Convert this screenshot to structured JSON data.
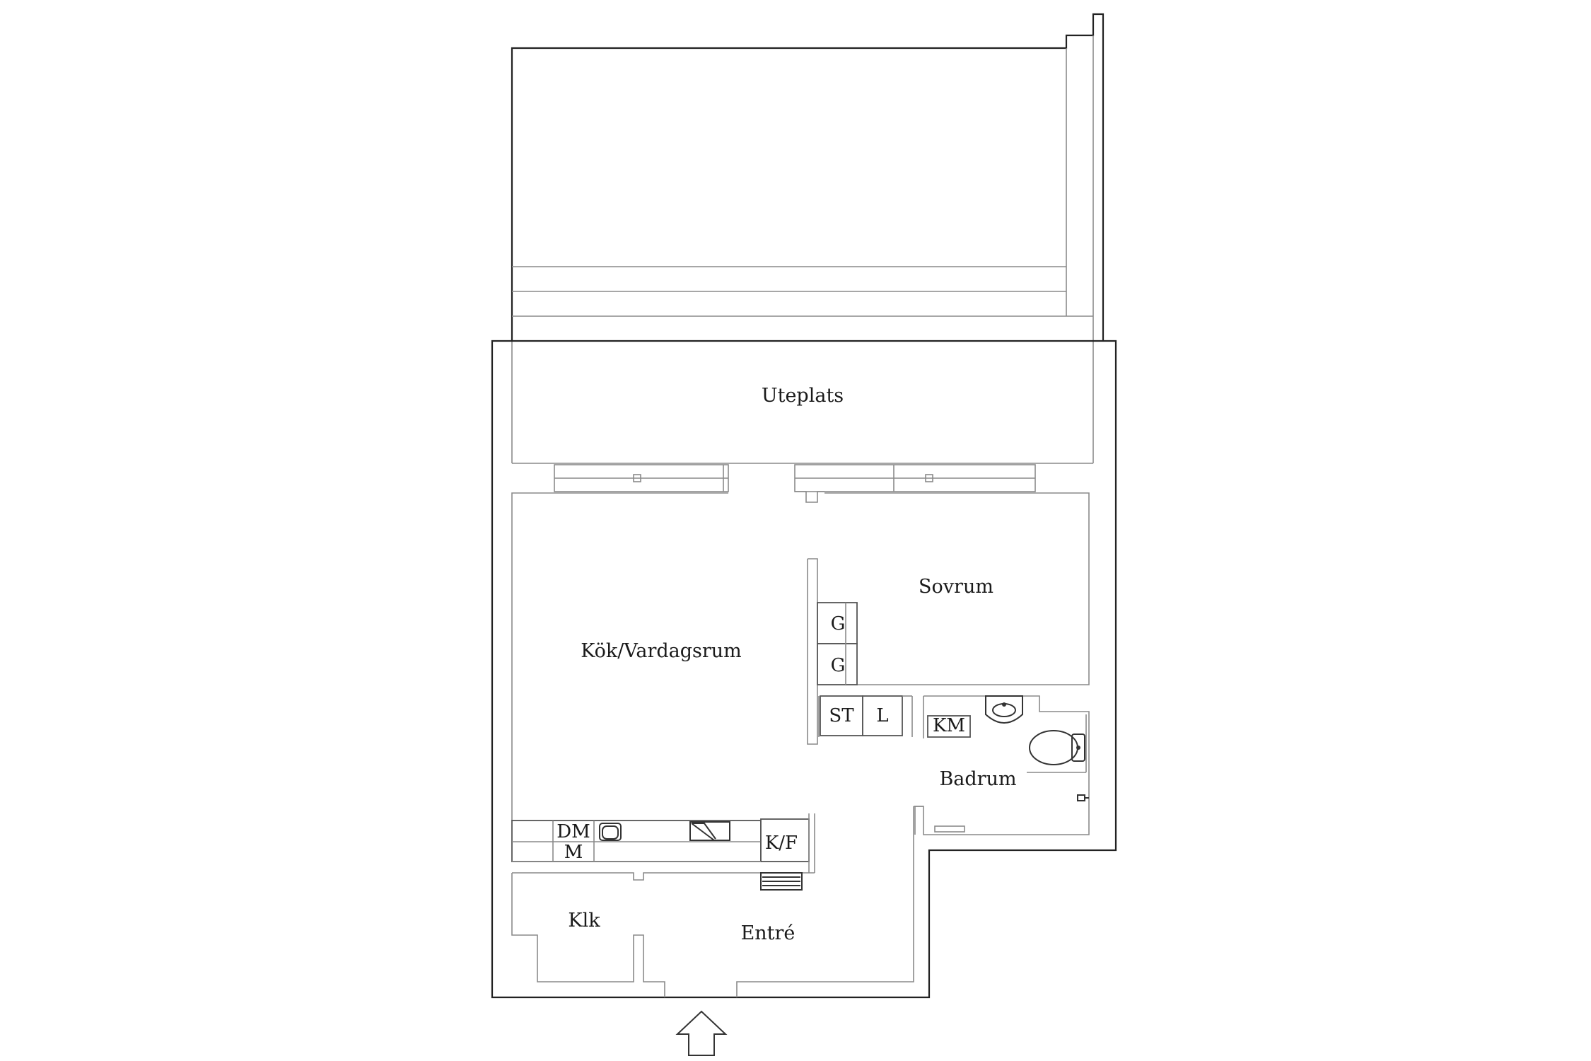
{
  "rooms": {
    "uteplats": "Uteplats",
    "kok_vardagsrum": "Kök/Vardagsrum",
    "sovrum": "Sovrum",
    "badrum": "Badrum",
    "klk": "Klk",
    "entre": "Entré"
  },
  "fixtures": {
    "wardrobe_1": "G",
    "wardrobe_2": "G",
    "st": "ST",
    "l": "L",
    "km": "KM",
    "dm": "DM",
    "m": "M",
    "kf": "K/F"
  },
  "colors": {
    "wall": "#222222",
    "inner": "#8a8a8a",
    "background": "#ffffff"
  },
  "icons": {
    "entrance": "entrance-arrow-icon",
    "sink": "sink-icon",
    "toilet": "toilet-icon",
    "stove": "stove-icon"
  }
}
